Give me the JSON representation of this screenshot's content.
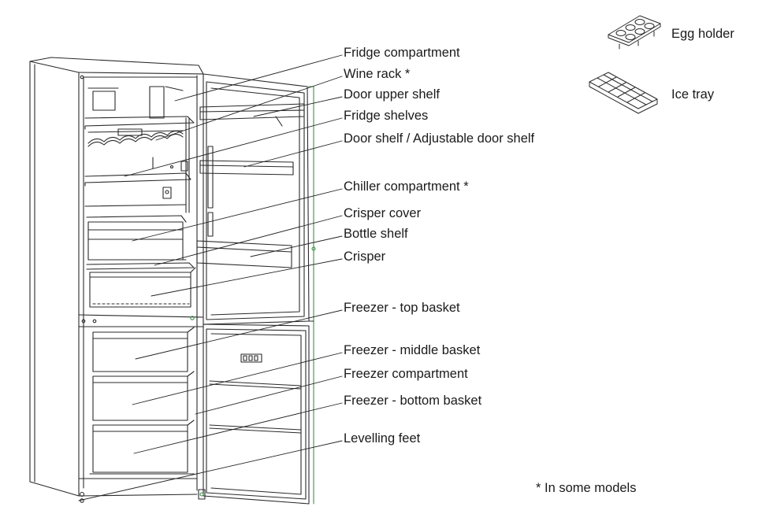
{
  "labels": {
    "fridge_compartment": "Fridge compartment",
    "wine_rack": "Wine rack *",
    "door_upper_shelf": "Door upper shelf",
    "fridge_shelves": "Fridge shelves",
    "door_shelf": "Door shelf / Adjustable door shelf",
    "chiller_compartment": "Chiller compartment *",
    "crisper_cover": "Crisper cover",
    "bottle_shelf": "Bottle shelf",
    "crisper": "Crisper",
    "freezer_top_basket": "Freezer - top basket",
    "freezer_middle_basket": "Freezer - middle basket",
    "freezer_compartment": "Freezer compartment",
    "freezer_bottom_basket": "Freezer - bottom basket",
    "levelling_feet": "Levelling feet"
  },
  "accessories": {
    "egg_holder": "Egg holder",
    "ice_tray": "Ice tray"
  },
  "footnote": "* In some models",
  "colors": {
    "line": "#2a2a2a",
    "accent_green": "#3f8f4a"
  }
}
